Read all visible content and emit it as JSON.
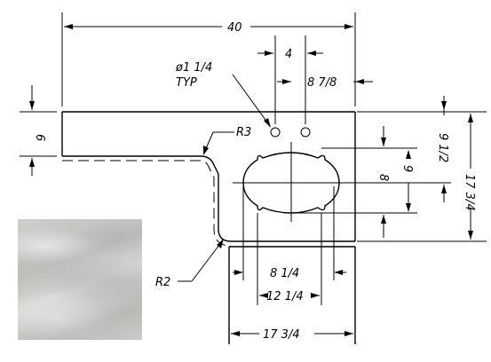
{
  "dimensions": {
    "overall_width": "40",
    "hole_spacing": "4",
    "hole_diameter_line1": "ø1 1/4",
    "hole_diameter_line2": "TYP",
    "hole_offset": "8 7/8",
    "left_depth": "6",
    "corner_radius_top": "R3",
    "corner_radius_bottom": "R2",
    "sink_height": "8",
    "sink_center_height": "9",
    "sink_outer_height": "9 1/2",
    "overall_depth": "17 3/4",
    "sink_width": "8 1/4",
    "sink_outer_width": "12 1/4",
    "return_width": "17 3/4"
  },
  "swatch": {
    "description_icon": "marble-swatch-icon"
  }
}
